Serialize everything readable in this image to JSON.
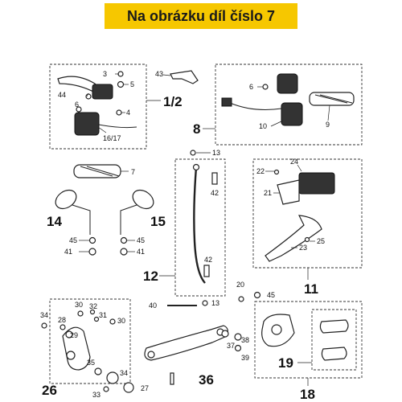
{
  "banner": {
    "text": "Na obrázku díl číslo 7",
    "bg": "#f6c700"
  },
  "groups": {
    "g_1_2": "1/2",
    "g_8": "8",
    "g_11": "11",
    "g_12": "12",
    "g_14": "14",
    "g_15": "15",
    "g_18": "18",
    "g_19": "19",
    "g_26": "26",
    "g_36": "36"
  },
  "labels": {
    "n3": "3",
    "n44": "44",
    "n6": "6",
    "n5": "5",
    "n4": "4",
    "n16_17": "16/17",
    "n43": "43",
    "n7": "7",
    "n9": "9",
    "n10": "10",
    "n13a": "13",
    "n42a": "42",
    "n42b": "42",
    "n13b": "13",
    "n22": "22",
    "n24": "24",
    "n21": "21",
    "n25": "25",
    "n23": "23",
    "n45a": "45",
    "n41a": "41",
    "n45b": "45",
    "n41b": "41",
    "n40": "40",
    "n20": "20",
    "n45c": "45",
    "n34a": "34",
    "n28": "28",
    "n29": "29",
    "n30a": "30",
    "n32": "32",
    "n31": "31",
    "n30b": "30",
    "n35": "35",
    "n34b": "34",
    "n27": "27",
    "n33": "33",
    "n37": "37",
    "n38": "38",
    "n39": "39"
  }
}
